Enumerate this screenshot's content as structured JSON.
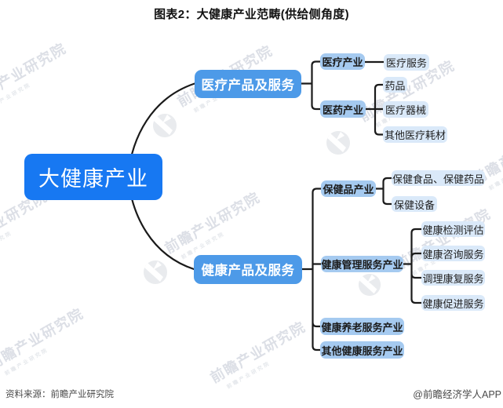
{
  "title": "图表2：大健康产业范畴(供给侧角度)",
  "footer": {
    "source": "资料来源：前瞻产业研究院",
    "credit": "@前瞻经济学人APP"
  },
  "watermark": {
    "text": "前瞻产业研究院"
  },
  "colors": {
    "root_box": "#1778f2",
    "branch_box": "#4d9ae8",
    "industry_box": "#a5caf0",
    "leaf_box": "#dae9f9",
    "connector_line": "#1a1a1a",
    "watermark_gray": "#d9dce2"
  },
  "tree": {
    "root": {
      "label": "大健康产业"
    },
    "branches": [
      {
        "label": "医疗产品及服务",
        "children": [
          {
            "label": "医疗产业",
            "children": [
              {
                "label": "医疗服务"
              }
            ]
          },
          {
            "label": "医药产业",
            "children": [
              {
                "label": "药品"
              },
              {
                "label": "医疗器械"
              },
              {
                "label": "其他医疗耗材"
              }
            ]
          }
        ]
      },
      {
        "label": "健康产品及服务",
        "children": [
          {
            "label": "保健品产业",
            "children": [
              {
                "label": "保健食品、保健药品"
              },
              {
                "label": "保健设备"
              }
            ]
          },
          {
            "label": "健康管理服务产业",
            "children": [
              {
                "label": "健康检测评估"
              },
              {
                "label": "健康咨询服务"
              },
              {
                "label": "调理康复服务"
              },
              {
                "label": "健康促进服务"
              }
            ]
          },
          {
            "label": "健康养老服务产业",
            "children": []
          },
          {
            "label": "其他健康服务产业",
            "children": []
          }
        ]
      }
    ]
  }
}
